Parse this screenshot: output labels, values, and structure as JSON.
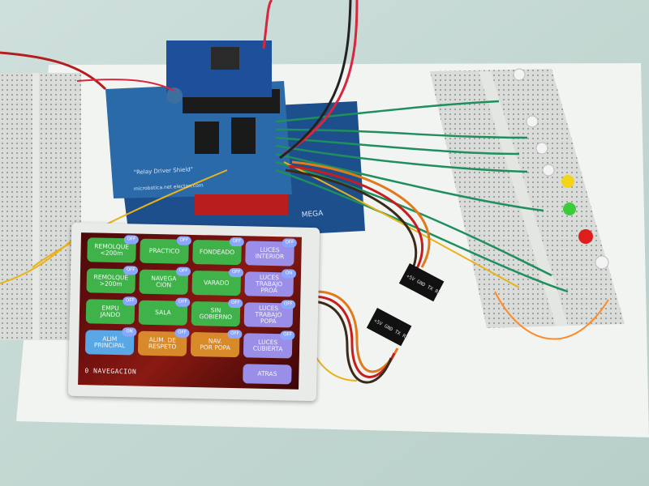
{
  "panel": {
    "buttons": [
      {
        "label": "REMOLQUE\n<200m",
        "badge": "OFF",
        "color": "green"
      },
      {
        "label": "PRACTICO",
        "badge": "OFF",
        "color": "green"
      },
      {
        "label": "FONDEADO",
        "badge": "OFF",
        "color": "green"
      },
      {
        "label": "LUCES\nINTERIOR",
        "badge": "OFF",
        "color": "purple"
      },
      {
        "label": "REMOLQUE\n>200m",
        "badge": "OFF",
        "color": "green"
      },
      {
        "label": "NAVEGA\nCION",
        "badge": "OFF",
        "color": "green"
      },
      {
        "label": "VARADO",
        "badge": "OFF",
        "color": "green"
      },
      {
        "label": "LUCES\nTRABAJO\nPROA",
        "badge": "ON",
        "color": "purple"
      },
      {
        "label": "EMPU\nJANDO",
        "badge": "OFF",
        "color": "green"
      },
      {
        "label": "SALA",
        "badge": "OFF",
        "color": "green"
      },
      {
        "label": "SIN\nGOBIERNO",
        "badge": "OFF",
        "color": "green"
      },
      {
        "label": "LUCES\nTRABAJO\nPOPA",
        "badge": "OFF",
        "color": "purple"
      },
      {
        "label": "ALIM\nPRINCIPAL",
        "badge": "ON",
        "color": "blue"
      },
      {
        "label": "ALIM. DE\nRESPETO",
        "badge": "OFF",
        "color": "orange"
      },
      {
        "label": "NAV.\nPOR POPA",
        "badge": "OFF",
        "color": "orange"
      },
      {
        "label": "LUCES\nCUBIERTA",
        "badge": "OFF",
        "color": "purple"
      }
    ],
    "back_label": "ATRAS",
    "status_text": "0  NAVEGACION"
  },
  "module_labels": {
    "a": "+5V GND TX RX",
    "b": "+5V GND TX RX"
  },
  "board_labels": {
    "shield": "\"Relay Driver\nShield\"",
    "vendor": "microbotica.net\nelectan.com",
    "arduino": "MEGA"
  }
}
